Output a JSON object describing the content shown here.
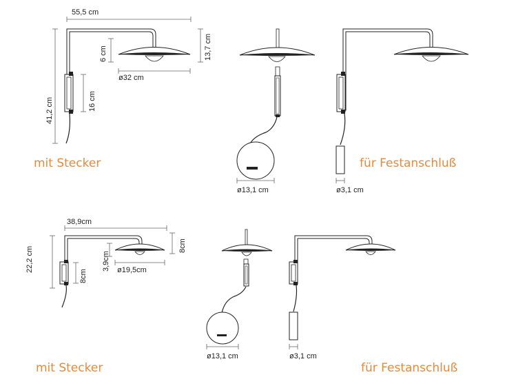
{
  "top": {
    "plug_version": {
      "caption": "mit Stecker",
      "width_label": "55,5 cm",
      "height_label": "41,2 cm",
      "shade_height_label": "6 cm",
      "total_shade_label": "13,7 cm",
      "shade_diameter_label": "ø32 cm",
      "bracket_label": "16 cm"
    },
    "plug_round_base": {
      "diameter_label": "ø13,1 cm"
    },
    "fixed_version": {
      "caption": "für Festanschluß",
      "diameter_label": "ø3,1 cm"
    }
  },
  "bottom": {
    "plug_version": {
      "caption": "mit Stecker",
      "width_label": "38,9cm",
      "height_label": "22,2 cm",
      "shade_height_label": "3,9cm",
      "total_shade_label": "8cm",
      "shade_diameter_label": "ø19,5cm",
      "bracket_label": "8cm"
    },
    "plug_round_base": {
      "diameter_label": "ø13,1 cm"
    },
    "fixed_version": {
      "caption": "für Festanschluß",
      "diameter_label": "ø3,1 cm"
    }
  }
}
